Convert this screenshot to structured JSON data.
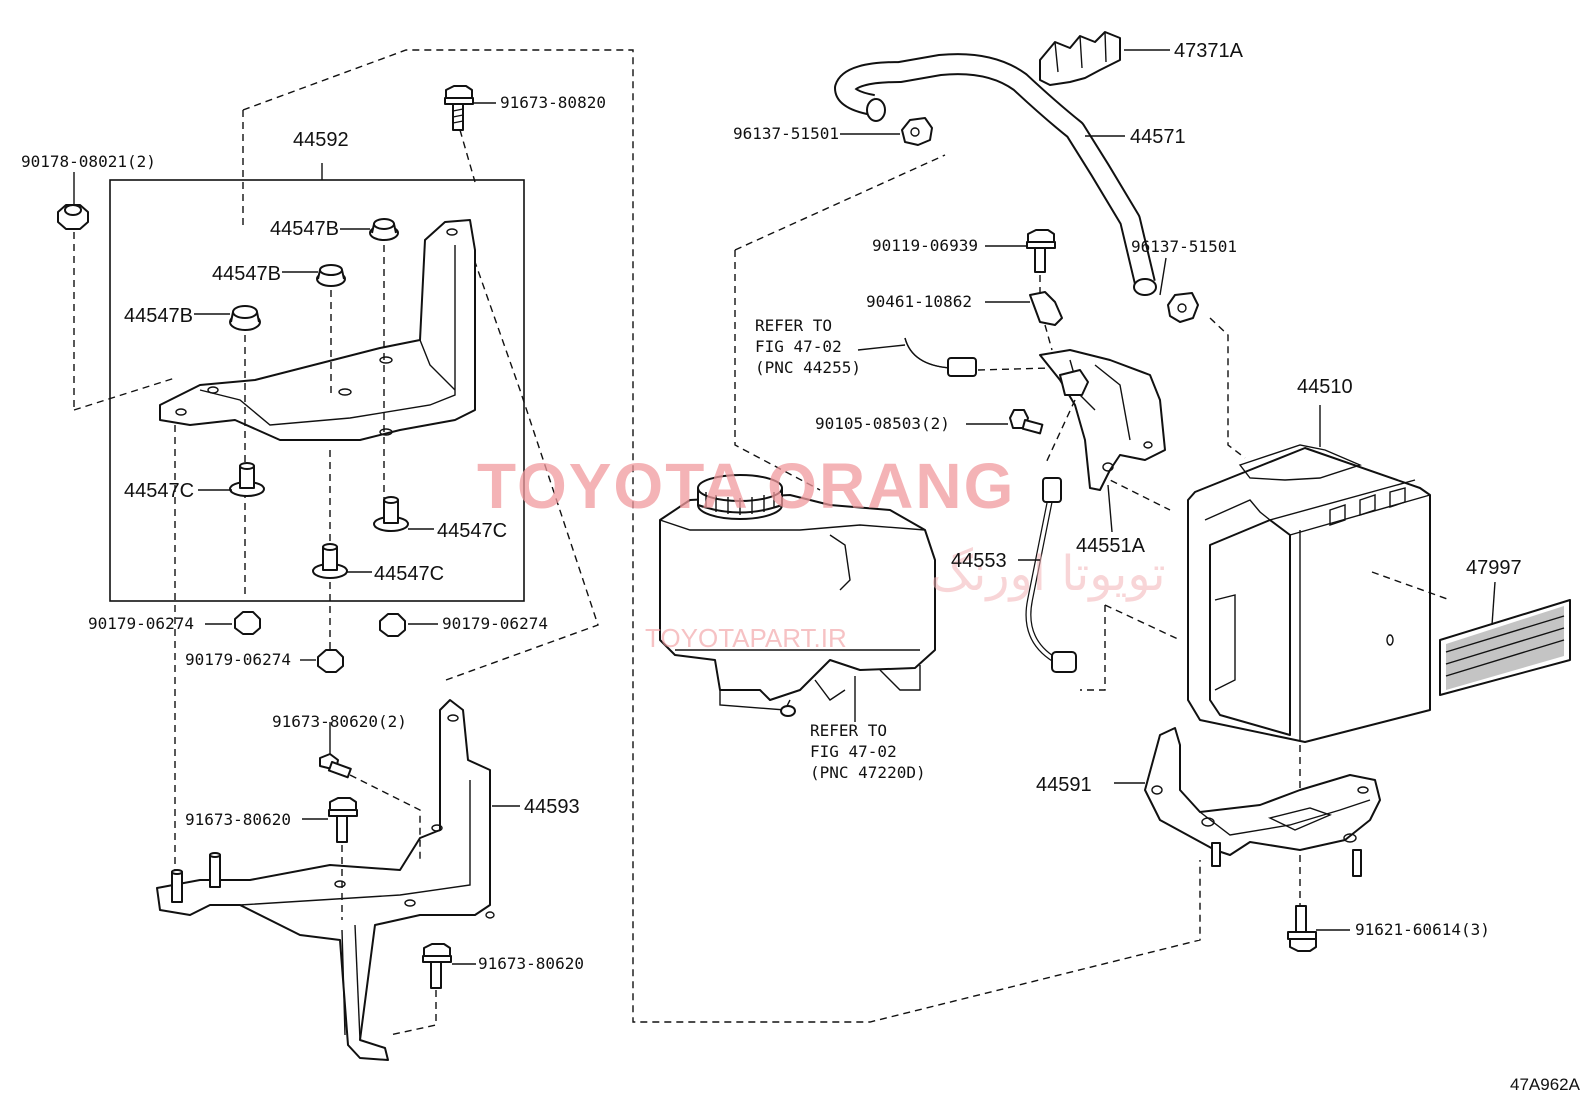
{
  "diagram": {
    "id": "47A962A",
    "watermark": {
      "main": "TOYOTA ORANG",
      "persian": "تویوتا اورنگ",
      "site": "TOYOTAPART.IR"
    },
    "labels": {
      "p90178": "90178-08021(2)",
      "p44592": "44592",
      "p91673_80820": "91673-80820",
      "p44547B_1": "44547B",
      "p44547B_2": "44547B",
      "p44547B_3": "44547B",
      "p44547C_1": "44547C",
      "p44547C_2": "44547C",
      "p44547C_3": "44547C",
      "p90179_1": "90179-06274",
      "p90179_2": "90179-06274",
      "p90179_3": "90179-06274",
      "p91673_80620_2": "91673-80620(2)",
      "p91673_80620_a": "91673-80620",
      "p91673_80620_b": "91673-80620",
      "p44593": "44593",
      "p96137_a": "96137-51501",
      "p96137_b": "96137-51501",
      "p44571": "44571",
      "p47371A": "47371A",
      "p90119": "90119-06939",
      "p90461": "90461-10862",
      "p90105": "90105-08503(2)",
      "p44551A": "44551A",
      "p44553": "44553",
      "p44510": "44510",
      "p47997": "47997",
      "p44591": "44591",
      "p91621": "91621-60614(3)"
    },
    "refer1": {
      "l1": "REFER TO",
      "l2": "FIG 47-02",
      "l3": "(PNC 44255)"
    },
    "refer2": {
      "l1": "REFER TO",
      "l2": "FIG 47-02",
      "l3": "(PNC 47220D)"
    }
  }
}
